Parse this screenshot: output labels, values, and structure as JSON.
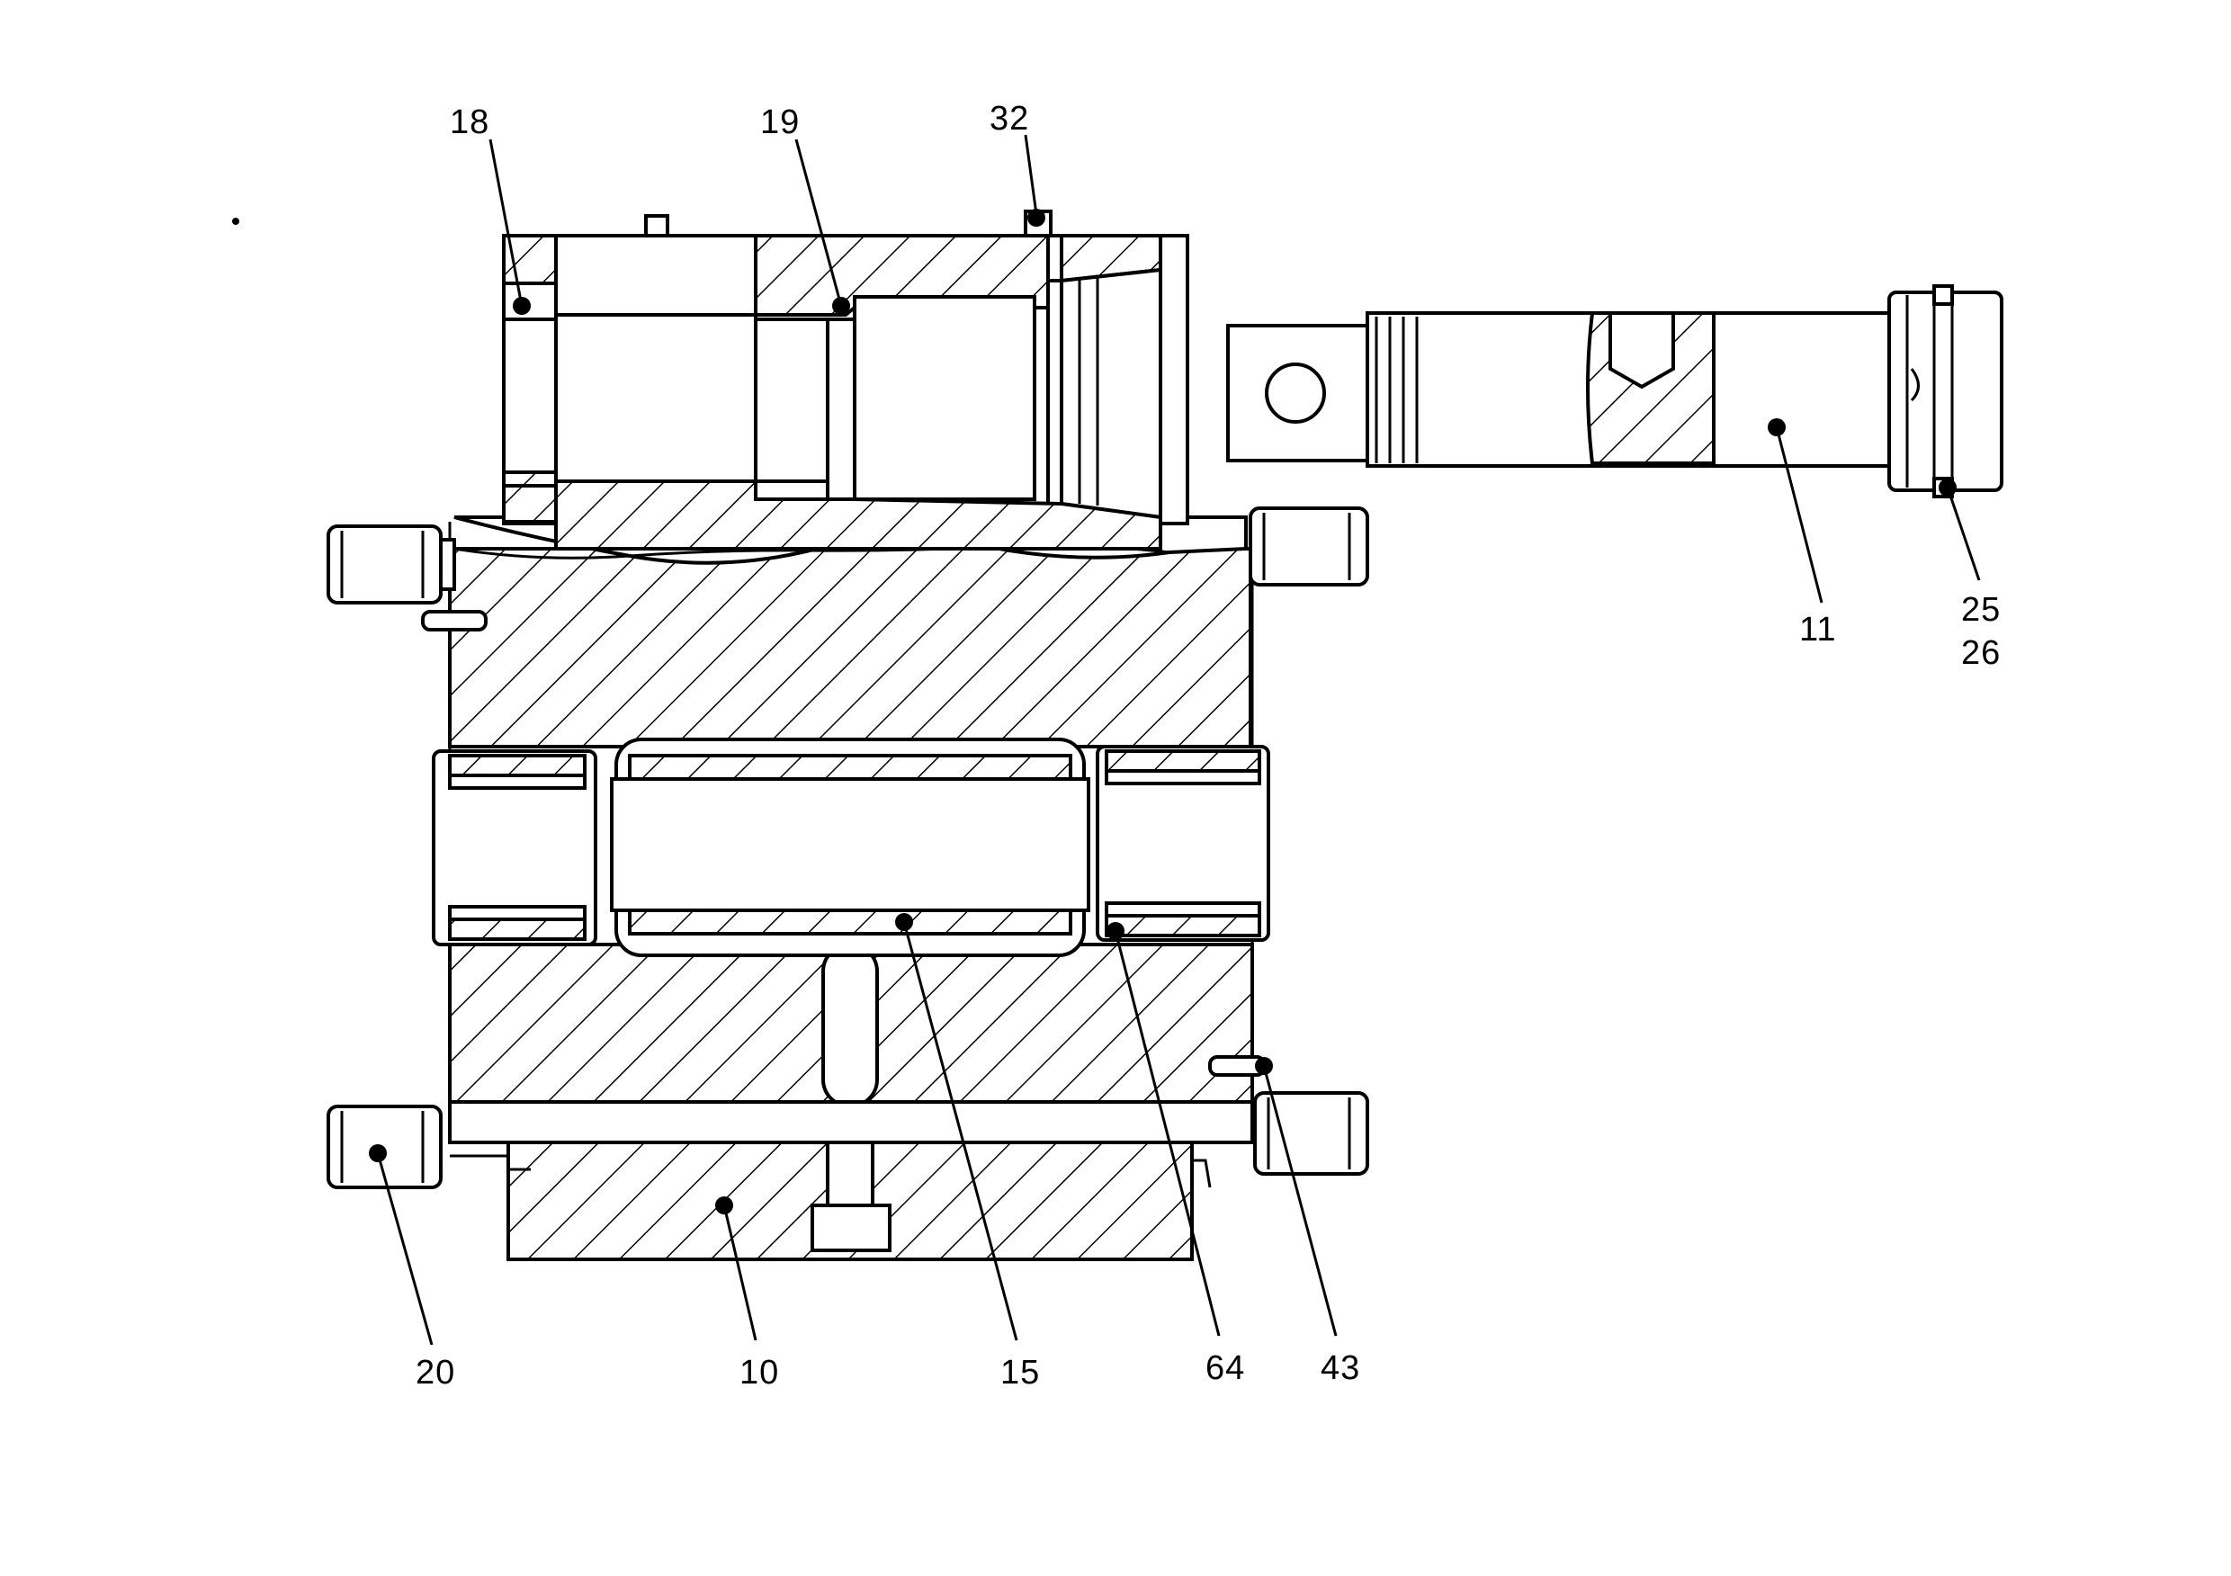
{
  "colors": {
    "line": "#000000",
    "background": "#ffffff"
  },
  "callouts": [
    {
      "id": "18",
      "label": "18"
    },
    {
      "id": "19",
      "label": "19"
    },
    {
      "id": "32",
      "label": "32"
    },
    {
      "id": "11",
      "label": "11"
    },
    {
      "id": "25",
      "label": "25"
    },
    {
      "id": "26",
      "label": "26"
    },
    {
      "id": "20",
      "label": "20"
    },
    {
      "id": "10",
      "label": "10"
    },
    {
      "id": "15",
      "label": "15"
    },
    {
      "id": "64",
      "label": "64"
    },
    {
      "id": "43",
      "label": "43"
    }
  ]
}
